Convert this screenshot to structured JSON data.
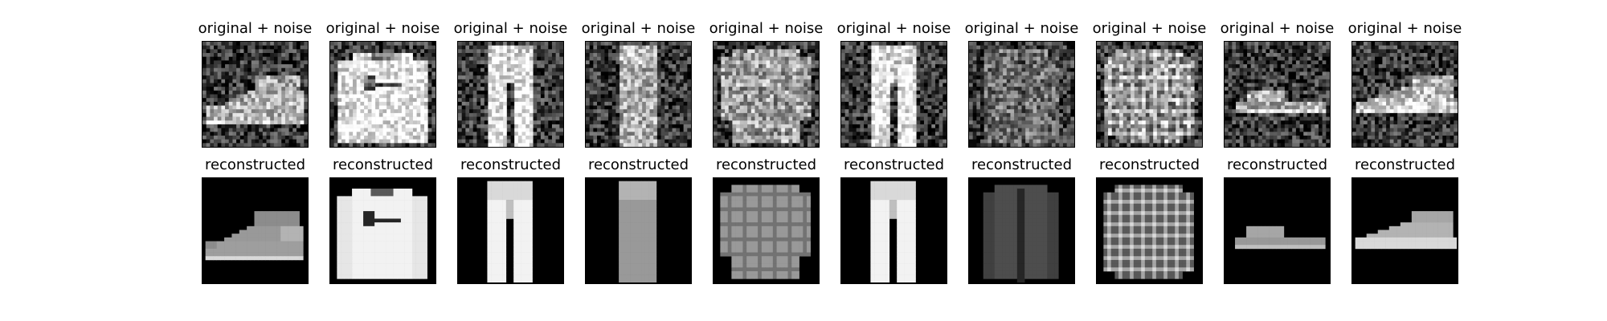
{
  "figure": {
    "noise_title": "original + noise",
    "recon_title": "reconstructed"
  },
  "images": {
    "count": 10,
    "items": [
      {
        "item": "sneaker"
      },
      {
        "item": "pullover"
      },
      {
        "item": "trouser"
      },
      {
        "item": "trouser"
      },
      {
        "item": "shirt"
      },
      {
        "item": "trouser"
      },
      {
        "item": "coat"
      },
      {
        "item": "shirt"
      },
      {
        "item": "sandal"
      },
      {
        "item": "sneaker"
      }
    ]
  }
}
